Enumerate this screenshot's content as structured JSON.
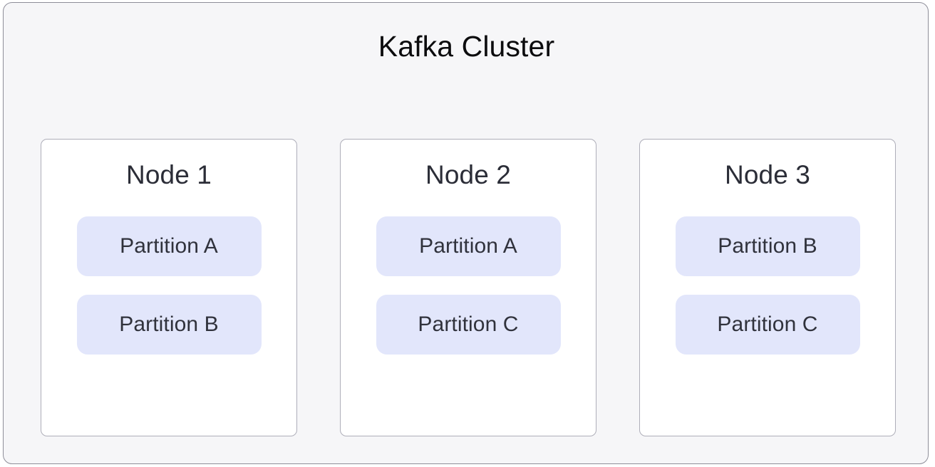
{
  "diagram": {
    "type": "kafka-cluster-topology",
    "title": "Kafka Cluster",
    "colors": {
      "page_background": "#ffffff",
      "cluster_background": "#f6f6f8",
      "cluster_border": "#8e8e99",
      "node_background": "#ffffff",
      "node_border": "#aeaeb9",
      "partition_background": "#e2e6fb",
      "title_text": "#0c0c0e",
      "node_text": "#2b2d37",
      "partition_text": "#30323c"
    },
    "nodes": [
      {
        "label": "Node 1",
        "partitions": [
          {
            "label": "Partition A"
          },
          {
            "label": "Partition B"
          }
        ]
      },
      {
        "label": "Node 2",
        "partitions": [
          {
            "label": "Partition A"
          },
          {
            "label": "Partition C"
          }
        ]
      },
      {
        "label": "Node 3",
        "partitions": [
          {
            "label": "Partition B"
          },
          {
            "label": "Partition C"
          }
        ]
      }
    ]
  }
}
